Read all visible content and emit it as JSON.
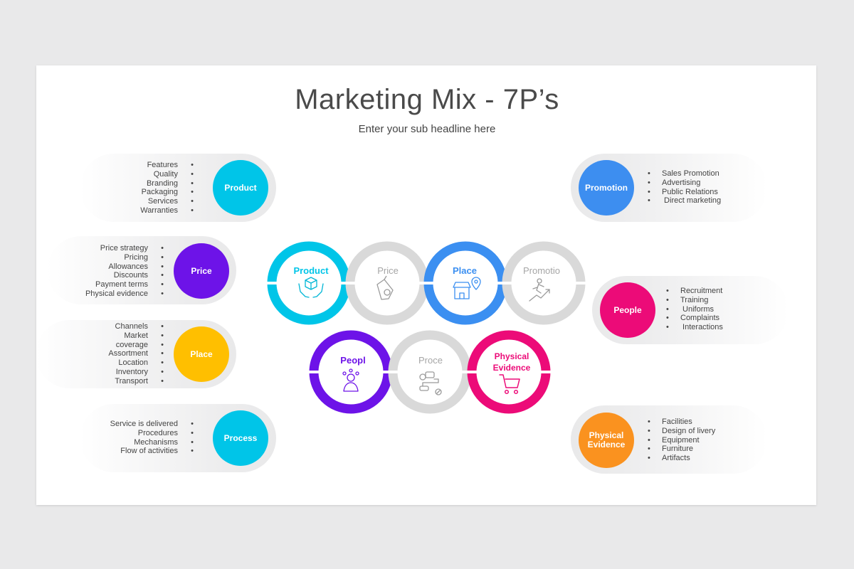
{
  "header": {
    "title": "Marketing Mix - 7P’s",
    "subtitle": "Enter your sub headline here"
  },
  "colors": {
    "cyan": "#00c5e8",
    "grey": "#d9d9d9",
    "blue": "#3b8ff1",
    "purple": "#6d13e8",
    "magenta": "#ec0b78",
    "yellow": "#ffbf00",
    "orange": "#fa921f",
    "promotion_blue": "#3d8ef0"
  },
  "cards": {
    "product": {
      "label": "Product",
      "items": [
        "Features",
        "Quality",
        "Branding",
        "Packaging",
        "Services",
        "Warranties"
      ]
    },
    "price": {
      "label": "Price",
      "items": [
        "Price strategy",
        "Pricing",
        "Allowances",
        "Discounts",
        "Payment terms",
        "Physical evidence"
      ]
    },
    "place": {
      "label": "Place",
      "items": [
        "Channels",
        "Market",
        "coverage",
        "Assortment",
        "Location",
        "Inventory",
        "Transport"
      ]
    },
    "process": {
      "label": "Process",
      "items": [
        "Service is delivered",
        "Procedures",
        "Mechanisms",
        "Flow of activities"
      ]
    },
    "promotion": {
      "label": "Promotion",
      "items": [
        "Sales Promotion",
        "Advertising",
        "Public Relations",
        " Direct marketing"
      ]
    },
    "people": {
      "label": "People",
      "items": [
        "Recruitment",
        "Training",
        " Uniforms",
        "Complaints",
        " Interactions"
      ]
    },
    "physical_evidence": {
      "label_line1": "Physical",
      "label_line2": "Evidence",
      "items": [
        "Facilities",
        "Design of livery",
        "Equipment",
        "Furniture",
        "Artifacts"
      ]
    }
  },
  "rings": {
    "product": {
      "label": "Product",
      "icon": "hands-box-icon"
    },
    "price": {
      "label": "Price",
      "icon": "price-tag-icon"
    },
    "place": {
      "label": "Place",
      "icon": "store-location-icon"
    },
    "promotion": {
      "label": "Promotio",
      "icon": "growth-runner-icon"
    },
    "people": {
      "label": "Peopl",
      "icon": "person-network-icon"
    },
    "process": {
      "label": "Proce",
      "icon": "process-flow-icon"
    },
    "physical_evidence": {
      "label_line1": "Physical",
      "label_line2": "Evidence",
      "icon": "shopping-cart-icon"
    }
  }
}
